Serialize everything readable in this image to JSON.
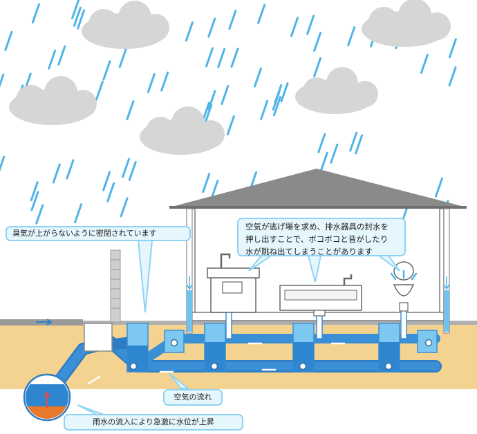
{
  "callouts": {
    "seal": "臭気が上がらないように密閉されています",
    "push_line1": "空気が逃げ場を求め、排水器具の封水を",
    "push_line2": "押し出すことで、ボコボコと音がしたり",
    "push_line3": "水が跳ね出てしまうことがあります",
    "air_flow": "空気の流れ",
    "rain_rise": "雨水の流入により急激に水位が上昇"
  },
  "colors": {
    "rain": "#4fb4e6",
    "cloud": "#d6d6d6",
    "ground": "#f3d38f",
    "pipe": "#3a8fd6",
    "pipe_light": "#7cc8f0",
    "water": "#2f86d0",
    "roof": "#8a8a8a",
    "callout_fill": "#e6f6fd",
    "callout_border": "#8fd3f3",
    "arrow": "#2a7fd0",
    "sewage": "#e8782a"
  },
  "icons": [
    "rain-streaks",
    "cloud",
    "house",
    "washbasin",
    "sink",
    "toilet",
    "drain-pipe",
    "manhole",
    "arrow-icon"
  ]
}
